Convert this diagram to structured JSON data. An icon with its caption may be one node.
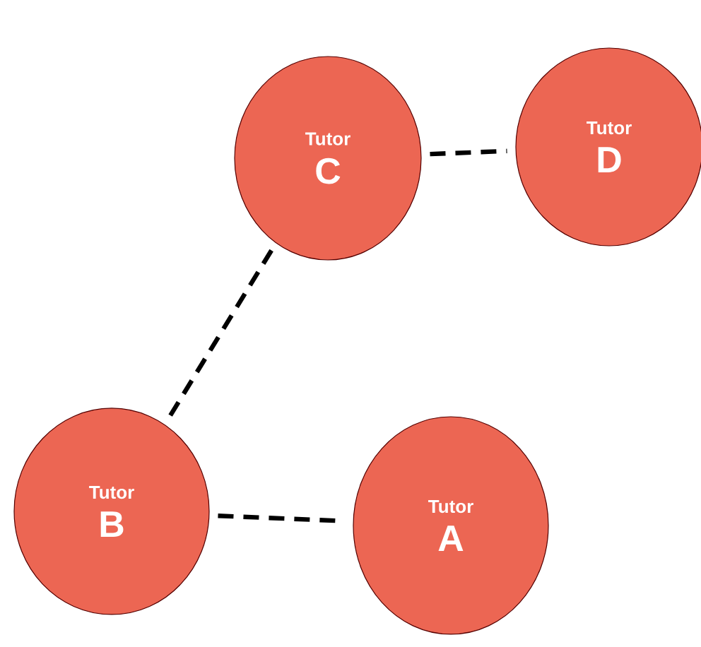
{
  "diagram": {
    "nodes": [
      {
        "text": [
          "Tutor",
          "C"
        ]
      },
      {
        "text": [
          "Tutor",
          "D"
        ]
      },
      {
        "text": [
          "Tutor",
          "B"
        ]
      },
      {
        "text": [
          "Tutor",
          "A"
        ]
      }
    ],
    "edges": [
      {
        "from": 0,
        "to": 1,
        "arrow": "none",
        "style": "dashed"
      },
      {
        "from": 0,
        "to": 2,
        "arrow": "none",
        "style": "dashed"
      },
      {
        "from": 2,
        "to": 3,
        "arrow": "none",
        "style": "dashed"
      }
    ]
  }
}
